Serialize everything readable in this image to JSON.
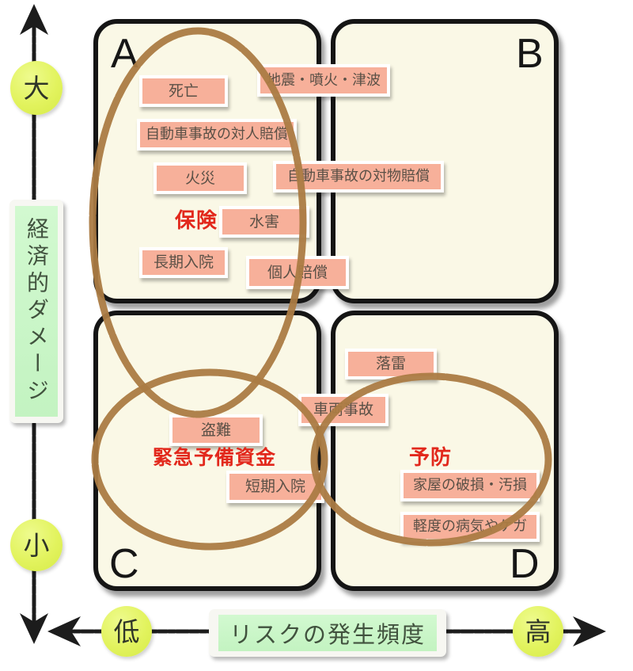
{
  "diagram": {
    "type": "risk-matrix",
    "description_groups_note": "hand-drawn brown ellipses group risks into strategies"
  },
  "quadrants": {
    "a": {
      "letter": "A",
      "items": {
        "shibou": "死亡",
        "taijin": "自動車事故の対人賠償",
        "kasai": "火災",
        "suigai": "水害",
        "chouki": "長期入院",
        "kojin": "個人賠償"
      }
    },
    "b": {
      "letter": "B",
      "items": {
        "jishin": "地震・噴火・津波",
        "taibutsu": "自動車事故の対物賠償"
      }
    },
    "c": {
      "letter": "C",
      "items": {
        "tounan": "盗難",
        "tanki": "短期入院"
      }
    },
    "d": {
      "letter": "D",
      "items": {
        "rakurai": "落雷",
        "sharyou": "車両事故",
        "kaoku": "家屋の破損・汚損",
        "keido": "軽度の病気やケガ"
      }
    }
  },
  "groups": {
    "hoken": "保険",
    "kinkyu": "緊急予備資金",
    "yobou": "予防"
  },
  "axes": {
    "y": {
      "label": "経済的ダメージ",
      "top": "大",
      "bottom": "小"
    },
    "x": {
      "label": "リスクの発生頻度",
      "left": "低",
      "right": "高"
    }
  },
  "colors": {
    "quadrant_bg": "#faf8e6",
    "quadrant_border": "#151515",
    "tag_bg": "#f7b09a",
    "group_text": "#e2281c",
    "ellipse_stroke": "#ab7b43",
    "axis_circle_bg": "#e2f35e",
    "banner_bg": "#c9f6c7",
    "banner_text": "#41523e"
  }
}
